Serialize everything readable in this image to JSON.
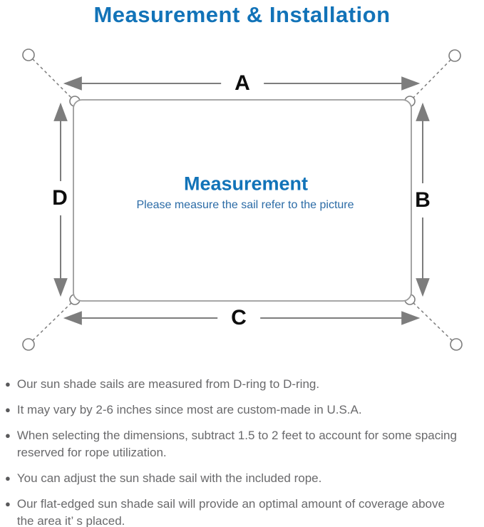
{
  "page": {
    "title": "Measurement & Installation"
  },
  "diagram": {
    "dimension_labels": {
      "top": "A",
      "right": "B",
      "bottom": "C",
      "left": "D"
    },
    "center_heading": "Measurement",
    "center_subtitle": "Please measure the sail refer to the picture"
  },
  "notes": {
    "bullet_glyph": "●",
    "items": [
      "Our sun shade sails are measured from D-ring to D-ring.",
      "It may vary by 2-6 inches since most are custom-made in U.S.A.",
      "When selecting the dimensions, subtract 1.5 to 2 feet to account for some spacing\nreserved for rope utilization.",
      "You can adjust the sun shade sail with the included rope.",
      "Our flat-edged sun shade sail will provide an optimal amount of coverage above\nthe area it’ s placed."
    ]
  },
  "colors": {
    "accent_blue": "#1273b8",
    "subtitle_blue": "#2b6ba6",
    "line_gray": "#7d7d7d",
    "sail_border_gray": "#9b9b9b",
    "note_text_gray": "#69696b",
    "label_black": "#0d0d0d"
  }
}
